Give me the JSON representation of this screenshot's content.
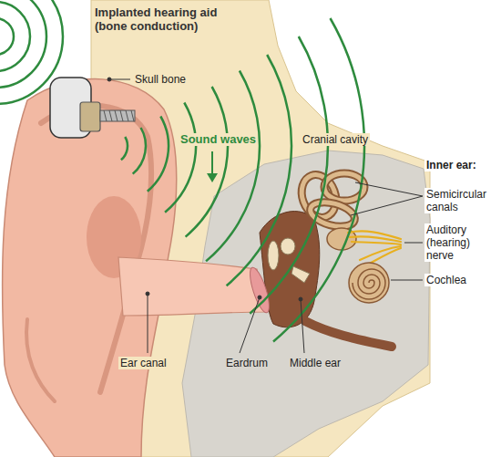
{
  "diagram": {
    "title": "Implanted hearing aid (bone conduction)",
    "labels": [
      "Skull bone",
      "Sound waves",
      "Cranial cavity",
      "Inner ear:",
      "Semicircular canals",
      "Auditory (hearing) nerve",
      "Cochlea",
      "Ear canal",
      "Eardrum",
      "Middle ear"
    ]
  }
}
